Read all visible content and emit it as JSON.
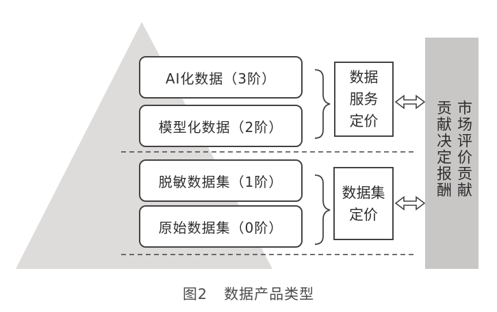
{
  "levels": [
    {
      "label": "AI化数据（3阶）"
    },
    {
      "label": "模型化数据（2阶）"
    },
    {
      "label": "脱敏数据集（1阶）"
    },
    {
      "label": "原始数据集（0阶）"
    }
  ],
  "service_pricing": {
    "line1": "数据",
    "line2": "服务",
    "line3": "定价"
  },
  "dataset_pricing": {
    "line1": "数据集",
    "line2": "定价"
  },
  "market": {
    "col1": "市场评价贡献",
    "col2": "贡献决定报酬"
  },
  "caption": {
    "figure": "图2",
    "title": "数据产品类型"
  },
  "colors": {
    "pyramid": "#dedbdb",
    "market_bar": "#c9c6c6",
    "border": "#3f3f3f"
  }
}
